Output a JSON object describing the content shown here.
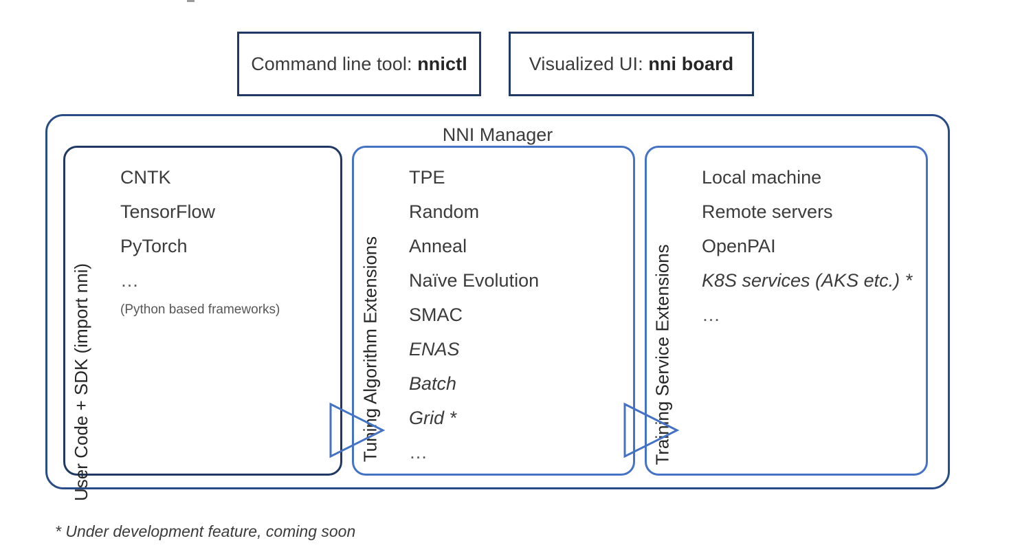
{
  "diagram": {
    "title": "NNI Manager",
    "footnote": "* Under development feature, coming soon"
  },
  "top_boxes": [
    {
      "prefix": "Command line tool: ",
      "strong": "nnictl"
    },
    {
      "prefix": "Visualized UI: ",
      "strong": "nni board"
    }
  ],
  "panels": [
    {
      "side_label": "User Code + SDK (import nni)",
      "border_color": "#1F3864",
      "items": [
        {
          "text": "CNTK",
          "style": "normal"
        },
        {
          "text": "TensorFlow",
          "style": "normal"
        },
        {
          "text": "PyTorch",
          "style": "normal"
        },
        {
          "text": "…",
          "style": "dots"
        },
        {
          "text": "(Python based frameworks)",
          "style": "small"
        }
      ]
    },
    {
      "side_label": "Tuning Algorithm Extensions",
      "border_color": "#4472C4",
      "items": [
        {
          "text": "TPE",
          "style": "normal"
        },
        {
          "text": "Random",
          "style": "normal"
        },
        {
          "text": "Anneal",
          "style": "normal"
        },
        {
          "text": "Naïve Evolution",
          "style": "normal"
        },
        {
          "text": "SMAC",
          "style": "normal"
        },
        {
          "text": "ENAS",
          "style": "italic"
        },
        {
          "text": "Batch",
          "style": "italic"
        },
        {
          "text": "Grid *",
          "style": "italic"
        },
        {
          "text": "…",
          "style": "dots"
        }
      ]
    },
    {
      "side_label": "Training Service Extensions",
      "border_color": "#4472C4",
      "items": [
        {
          "text": "Local machine",
          "style": "normal"
        },
        {
          "text": "Remote servers",
          "style": "normal"
        },
        {
          "text": "OpenPAI",
          "style": "normal"
        },
        {
          "text": "K8S services (AKS etc.) *",
          "style": "italic"
        },
        {
          "text": "…",
          "style": "dots"
        }
      ]
    }
  ],
  "arrows": [
    {
      "name": "arrow-user-to-tuning",
      "color": "#4472C4"
    },
    {
      "name": "arrow-tuning-to-training",
      "color": "#4472C4"
    }
  ],
  "colors": {
    "dark_navy": "#1F3864",
    "manager_border": "#2A4C86",
    "panel_blue": "#4472C4",
    "text": "#3b3b3b",
    "background": "#ffffff"
  }
}
